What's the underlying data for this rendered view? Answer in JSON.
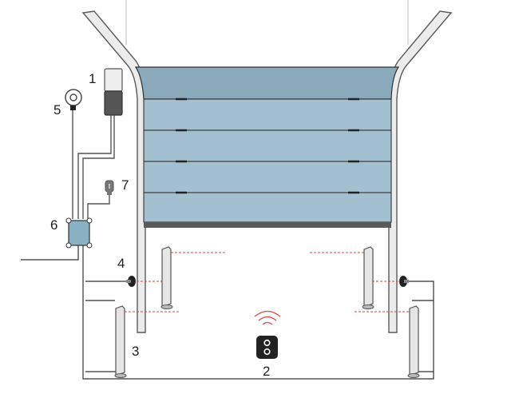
{
  "labels": {
    "photocell_posts": "3",
    "remote_control": "2",
    "photocells": "4",
    "warning_light": "5",
    "control_box": "6",
    "key_switch": "7",
    "wall_motor": "1"
  },
  "colors": {
    "door_panel": "#a3c0d0",
    "door_top": "#8aa9ba",
    "door_bottom": "#5a5a5a",
    "frame_fill": "#e8e8e8",
    "control_box": "#8ab0c6",
    "laser": "#e0463f",
    "signal": "#e0463f"
  },
  "icons": {
    "remote": "remote-control-icon",
    "signal": "wireless-signal-icon",
    "warning_light": "warning-light-icon",
    "key_switch": "key-switch-icon"
  }
}
